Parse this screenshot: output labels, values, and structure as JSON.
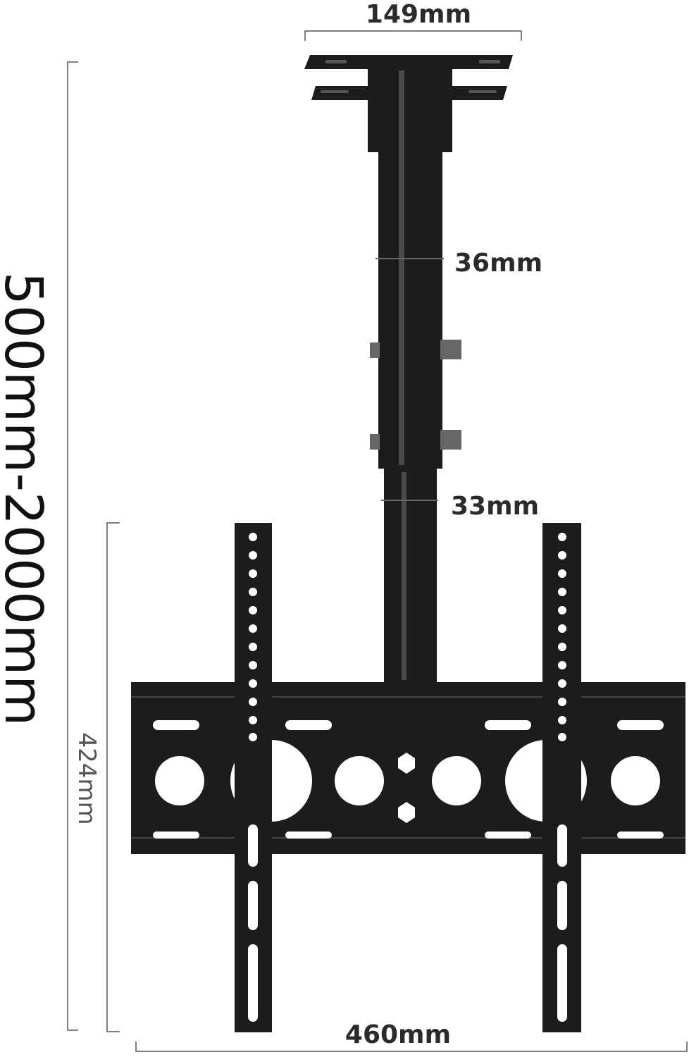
{
  "dimensions": {
    "top_plate_width": "149mm",
    "upper_tube_diameter": "36mm",
    "lower_tube_diameter": "33mm",
    "height_range": "500mm-2000mm",
    "bracket_height": "424mm",
    "bracket_width": "460mm"
  },
  "colors": {
    "metal": "#1c1c1c",
    "dimension_line": "#555555",
    "label": "#2b2b2b"
  }
}
